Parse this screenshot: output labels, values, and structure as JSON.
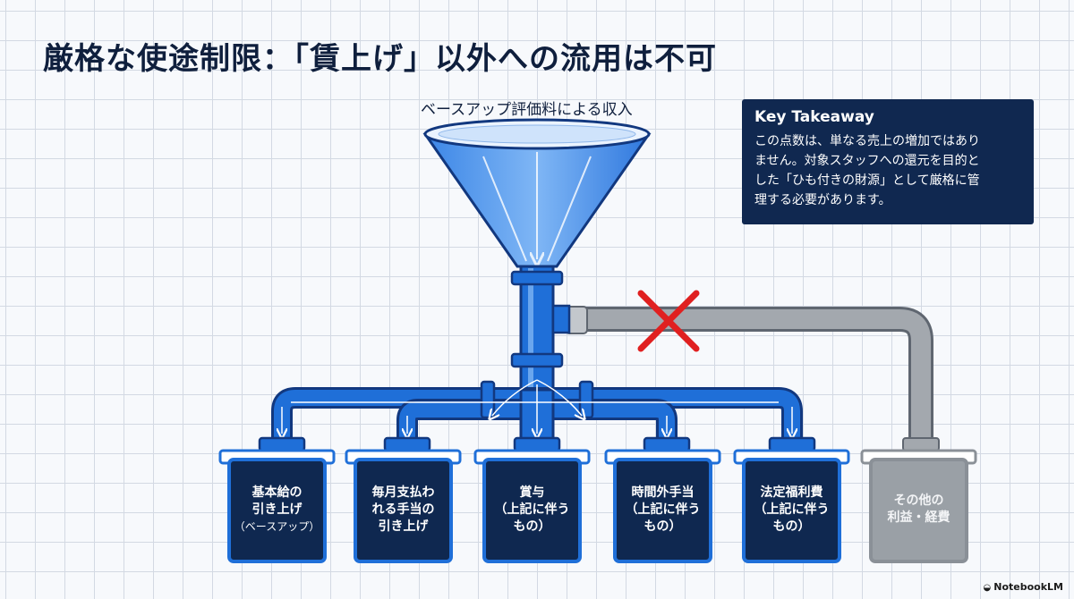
{
  "title": "厳格な使途制限：「賃上げ」以外への流用は不可",
  "funnel_label": "ベースアップ評価料による収入",
  "takeaway": {
    "heading": "Key Takeaway",
    "lines": [
      "この点数は、単なる売上の増加ではあり",
      "ません。対象スタッフへの還元を目的と",
      "した「ひも付きの財源」として厳格に管",
      "理する必要があります。"
    ]
  },
  "boxes": [
    {
      "line1": "基本給の",
      "line2": "引き上げ",
      "line3": "（ベースアップ）"
    },
    {
      "line1": "毎月支払わ",
      "line2": "れる手当の",
      "line3": "引き上げ"
    },
    {
      "line1": "賞与",
      "line2": "（上記に伴う",
      "line3": "もの）"
    },
    {
      "line1": "時間外手当",
      "line2": "（上記に伴う",
      "line3": "もの）"
    },
    {
      "line1": "法定福利費",
      "line2": "（上記に伴う",
      "line3": "もの）"
    },
    {
      "line1": "その他の",
      "line2": "利益・経費",
      "line3": ""
    }
  ],
  "blocked_mark": "×",
  "colors": {
    "blue_pipe": "#1f6fd8",
    "pipe_outline": "#12387f",
    "box_fill": "#0f2850",
    "grey_pipe": "#a3a8ae",
    "blocked_red": "#e02020"
  },
  "icons": {
    "funnel": "funnel-icon",
    "cross": "cross-icon"
  },
  "brand": "NotebookLM"
}
